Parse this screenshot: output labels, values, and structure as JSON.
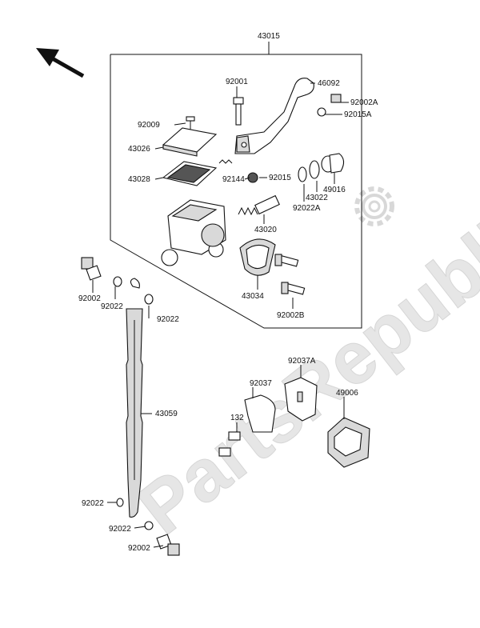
{
  "watermark": {
    "text": "PartsRepublik"
  },
  "callouts": {
    "c43015": "43015",
    "c92001": "92001",
    "c46092": "46092",
    "c92002A": "92002A",
    "c92015A": "92015A",
    "c92009": "92009",
    "c43026": "43026",
    "c43028": "43028",
    "c92144": "92144",
    "c92015": "92015",
    "c49016": "49016",
    "c43022": "43022",
    "c92022A": "92022A",
    "c43020": "43020",
    "c43034": "43034",
    "c92002B": "92002B",
    "c92002_top": "92002",
    "c92022_a": "92022",
    "c92022_b": "92022",
    "c43059": "43059",
    "c92037A": "92037A",
    "c92037": "92037",
    "c49006": "49006",
    "c132": "132",
    "c92022_c": "92022",
    "c92022_d": "92022",
    "c92002_bottom": "92002"
  },
  "icons": {
    "direction": "front-arrow-icon",
    "settings": "gear-icon"
  }
}
